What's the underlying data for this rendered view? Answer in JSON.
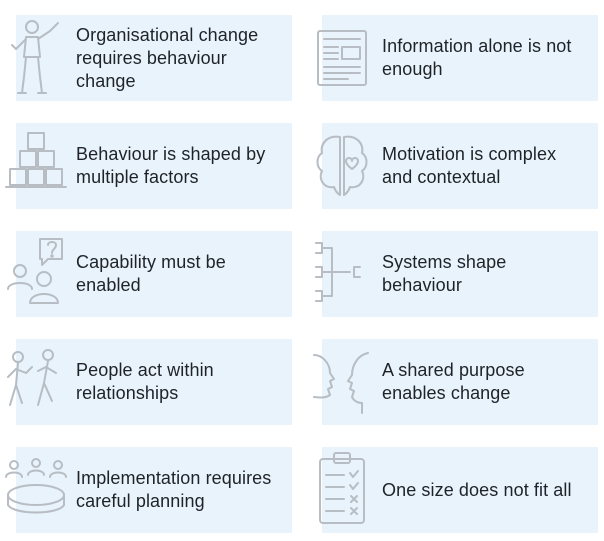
{
  "items": [
    {
      "label": "Organisational change requires behaviour change",
      "icon": "mannequin-icon"
    },
    {
      "label": "Information alone is not enough",
      "icon": "document-icon"
    },
    {
      "label": "Behaviour is shaped by multiple factors",
      "icon": "stacked-blocks-icon"
    },
    {
      "label": "Motivation is complex and contextual",
      "icon": "brain-heart-icon"
    },
    {
      "label": "Capability must be enabled",
      "icon": "person-question-icon"
    },
    {
      "label": "Systems shape behaviour",
      "icon": "system-diagram-icon"
    },
    {
      "label": "People act within relationships",
      "icon": "people-together-icon"
    },
    {
      "label": "A shared purpose enables change",
      "icon": "facing-faces-icon"
    },
    {
      "label": "Implementation requires careful planning",
      "icon": "meeting-table-icon"
    },
    {
      "label": "One size does not fit all",
      "icon": "checklist-icon"
    }
  ],
  "colors": {
    "card_background": "#e8f3fb",
    "icon_stroke": "#b7bdc3",
    "text": "#1f2328"
  }
}
